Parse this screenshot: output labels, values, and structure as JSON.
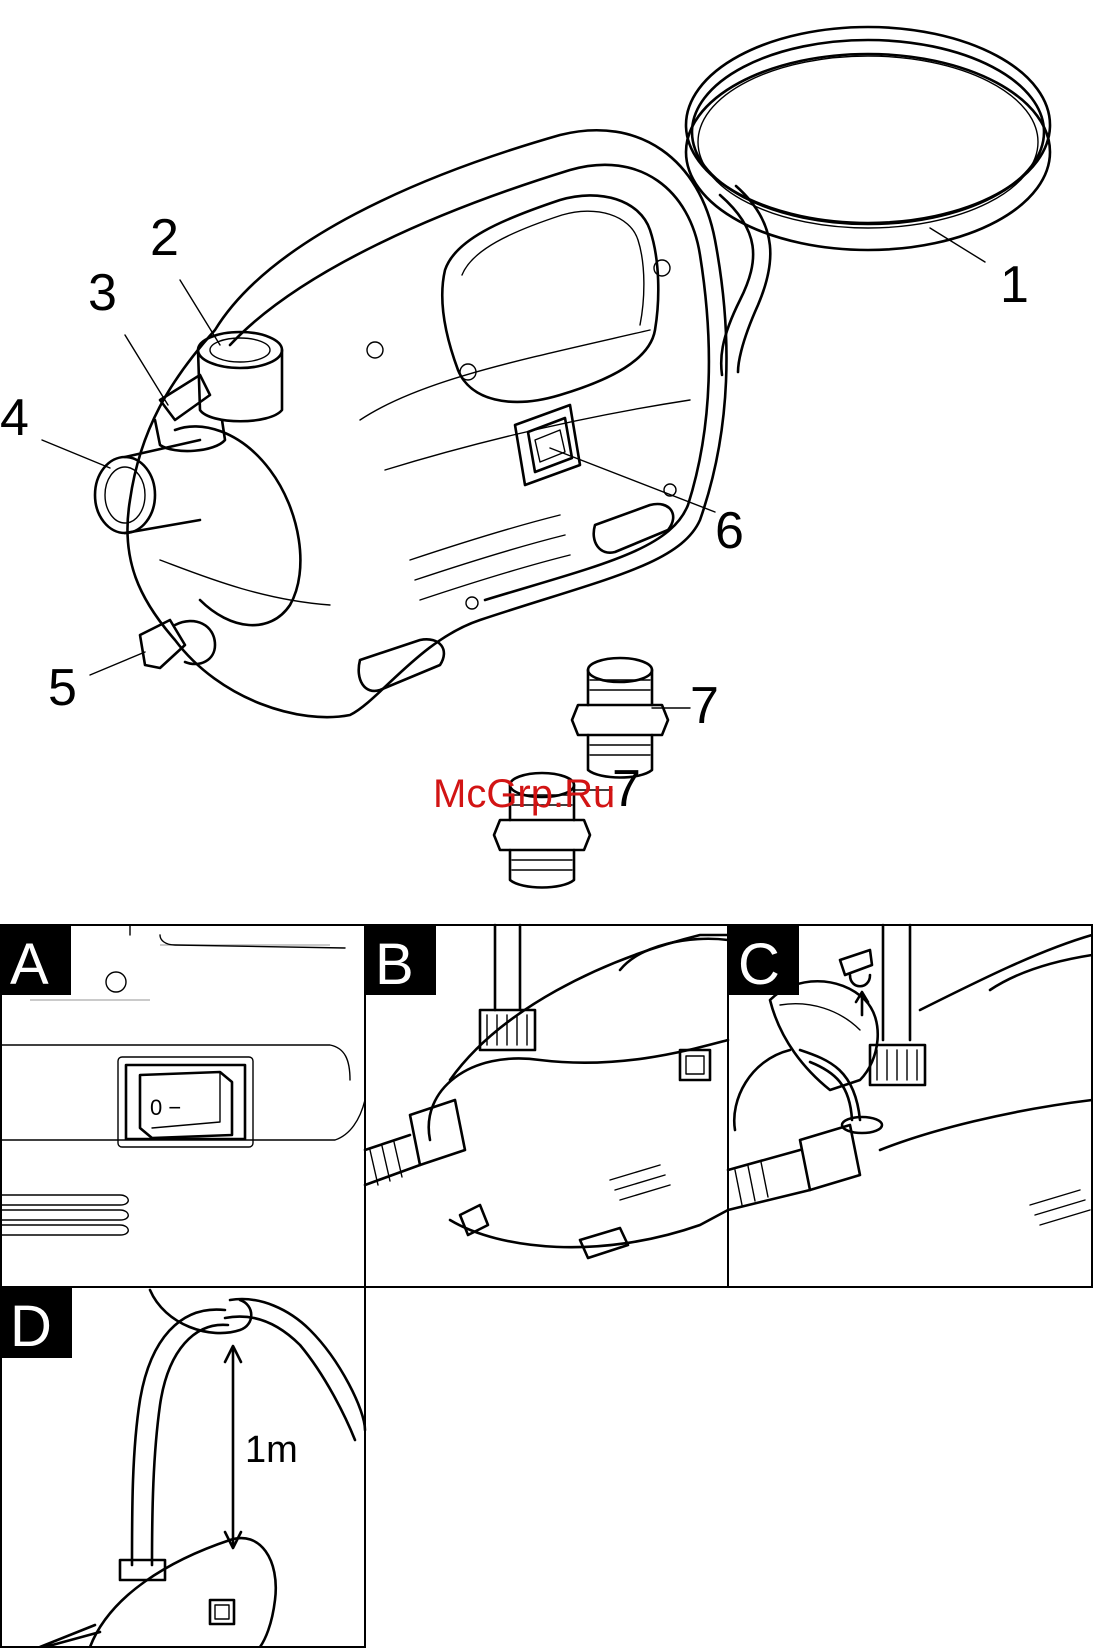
{
  "callouts": [
    "1",
    "2",
    "3",
    "4",
    "5",
    "6",
    "7",
    "7"
  ],
  "watermark": "McGrp.Ru",
  "panels": [
    {
      "label": "A",
      "switch_marks": "0 −"
    },
    {
      "label": "B"
    },
    {
      "label": "C"
    },
    {
      "label": "D",
      "dimension": "1m"
    }
  ]
}
